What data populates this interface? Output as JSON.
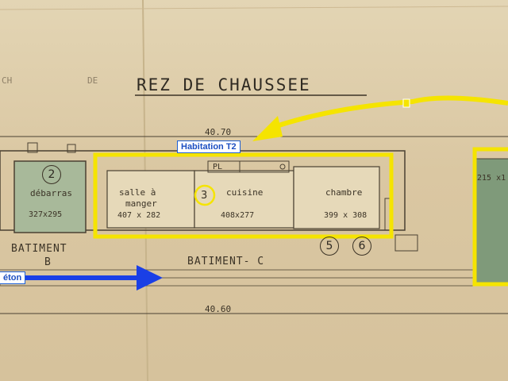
{
  "plan": {
    "title": "REZ DE CHAUSSEE",
    "top_dimension": "40.70",
    "bottom_dimension": "40.60",
    "left_faint_text": "CH",
    "top_faint_text": "DE"
  },
  "annotations": {
    "habitation_label": "Habitation T2",
    "beton_label": "éton",
    "highlight_color": "#f5e400",
    "arrow_blue": "#1a3fe6"
  },
  "rooms": {
    "debarras": {
      "number": "2",
      "name": "débarras",
      "size": "327x295"
    },
    "salle": {
      "name_line1": "salle  à",
      "name_line2": "manger",
      "size": "407 x 282"
    },
    "cuisine": {
      "number": "3",
      "name": "cuisine",
      "size": "408x277"
    },
    "chambre": {
      "name": "chambre",
      "size": "399 x 308"
    },
    "pl": "PL",
    "right_room_size": "215 x1"
  },
  "buildings": {
    "b_line1": "BATIMENT",
    "b_line2": "B",
    "c": "BATIMENT- C"
  },
  "markers": {
    "five": "5",
    "six": "6"
  }
}
